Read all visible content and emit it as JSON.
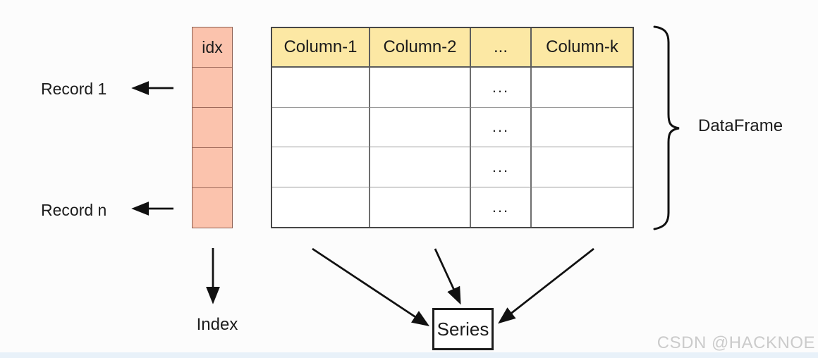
{
  "diagram": {
    "index_column": {
      "header_label": "idx",
      "data_cell_count": 4,
      "fill_color": "#fbc3ad",
      "border_color": "#8d5f51"
    },
    "table": {
      "header_labels": [
        "Column-1",
        "Column-2",
        "...",
        "Column-k"
      ],
      "data_row_count": 4,
      "ellipsis_cell_text": "...",
      "header_fill_color": "#fce8a4"
    },
    "labels": {
      "record_first": "Record 1",
      "record_last": "Record n",
      "index_label": "Index",
      "series_label": "Series",
      "dataframe_label": "DataFrame"
    },
    "arrow_color": "#111111"
  },
  "watermark": {
    "text": "CSDN @HACKNOE",
    "color": "#cbcbcb"
  }
}
